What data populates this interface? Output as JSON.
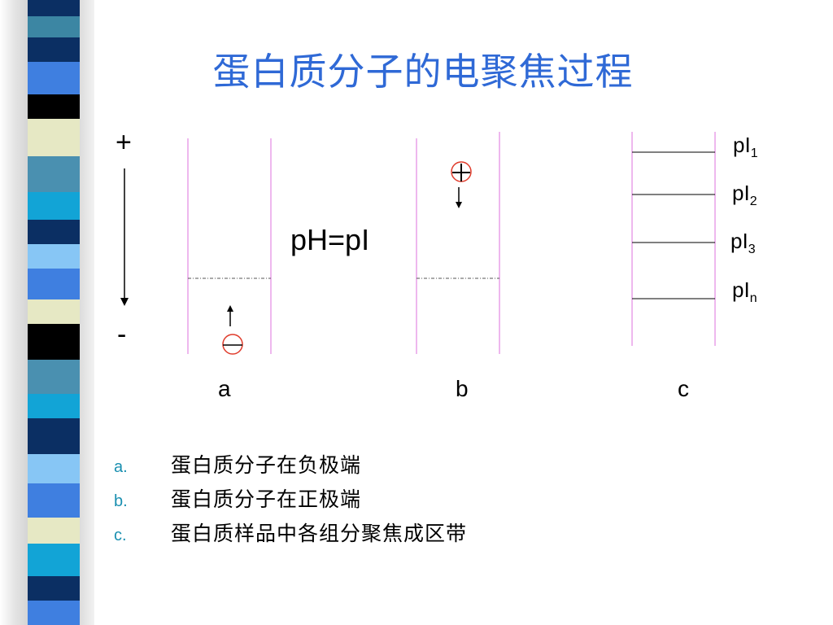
{
  "slide": {
    "title": "蛋白质分子的电聚焦过程"
  },
  "diagram": {
    "polarity_top": "+",
    "polarity_bottom": "-",
    "center_label": "pH=pI",
    "column_labels": [
      "a",
      "b",
      "c"
    ],
    "particle_a_sign": "−",
    "particle_b_sign": "+",
    "pi_labels": [
      {
        "base": "pI",
        "sub": "1"
      },
      {
        "base": "pI",
        "sub": "2"
      },
      {
        "base": "pI",
        "sub": "3"
      },
      {
        "base": "pI",
        "sub": "n"
      }
    ],
    "colors": {
      "column_lines": "#e8a0e8",
      "particle_ring": "#e03c2c",
      "midline": "#555555"
    }
  },
  "legend": {
    "items": [
      {
        "marker": "a.",
        "text": "蛋白质分子在负极端"
      },
      {
        "marker": "b.",
        "text": "蛋白质分子在正极端"
      },
      {
        "marker": "c.",
        "text": "蛋白质样品中各组分聚焦成区带"
      }
    ]
  }
}
